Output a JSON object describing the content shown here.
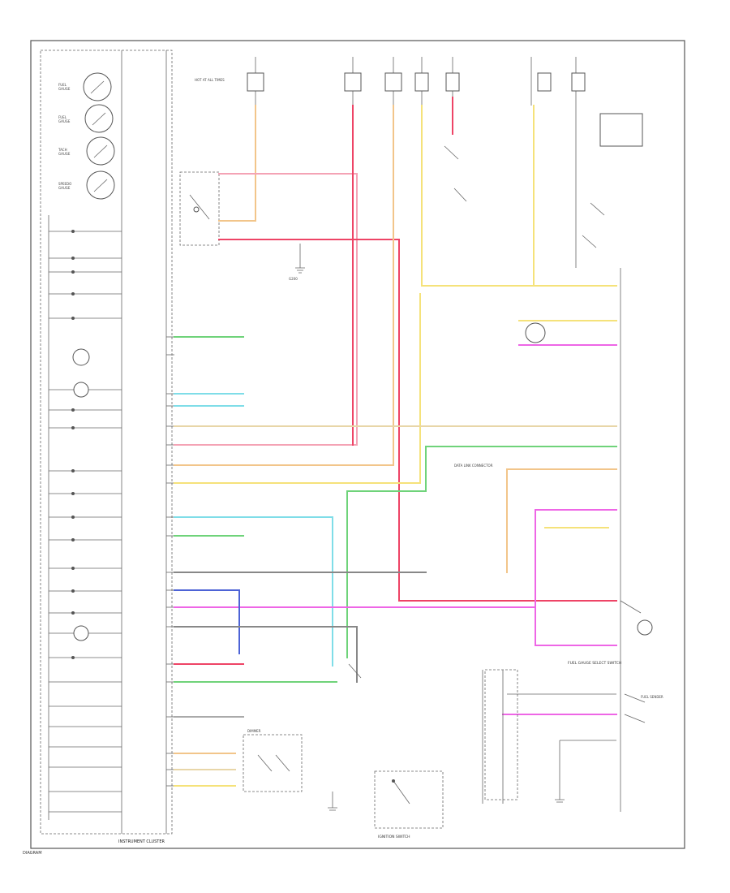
{
  "title": "",
  "components": {
    "instrument_cluster": "INSTRUMENT CLUSTER",
    "hot_in_run": "HOT AT ALL TIMES",
    "ignition_switch": "IGNITION SWITCH",
    "fuel_gauge_select_switch": "FUEL GAUGE SELECT SWITCH",
    "fuel_sender_left": "FUEL SENDER",
    "dimmer": "DIMMER",
    "data_link": "DATA LINK CONNECTOR",
    "ground": "G200"
  },
  "drawing_id": "DIAGRAM"
}
